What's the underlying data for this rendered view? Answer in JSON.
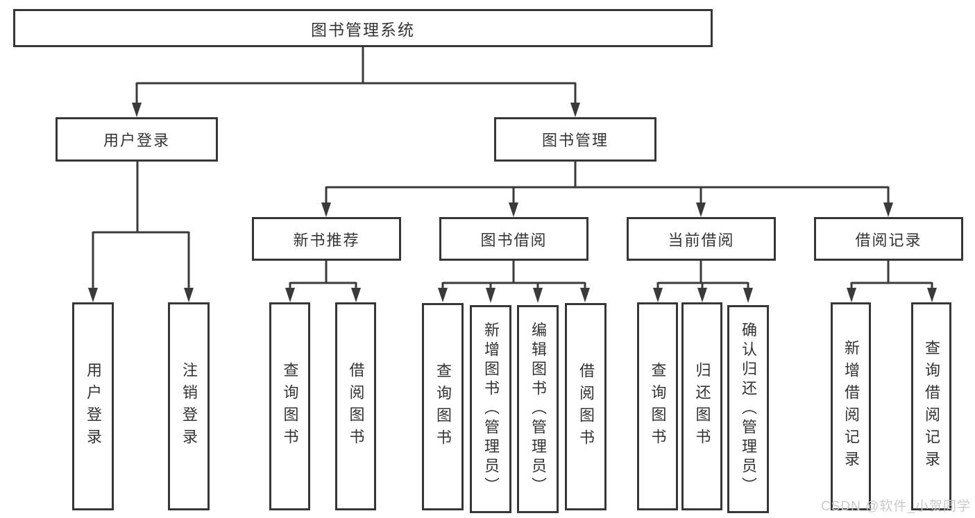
{
  "diagram": {
    "root": {
      "label": "图书管理系统"
    },
    "level2": [
      {
        "label": "用户登录"
      },
      {
        "label": "图书管理"
      }
    ],
    "level3": [
      {
        "label": "新书推荐"
      },
      {
        "label": "图书借阅"
      },
      {
        "label": "当前借阅"
      },
      {
        "label": "借阅记录"
      }
    ],
    "leaves": [
      {
        "label": "用户登录"
      },
      {
        "label": "注销登录"
      },
      {
        "label": "查询图书"
      },
      {
        "label": "借阅图书"
      },
      {
        "label": "查询图书"
      },
      {
        "label": "新增图书（管理员）"
      },
      {
        "label": "编辑图书（管理员）"
      },
      {
        "label": "借阅图书"
      },
      {
        "label": "查询图书"
      },
      {
        "label": "归还图书"
      },
      {
        "label": "确认归还（管理员）"
      },
      {
        "label": "新增借阅记录"
      },
      {
        "label": "查询借阅记录"
      }
    ],
    "colors": {
      "line": "#3a3a3a",
      "text": "#333333",
      "box_background": "#ffffff",
      "watermark": "#c9c9c9"
    }
  },
  "watermark": {
    "text": "CSDN @软件_小贺同学"
  }
}
